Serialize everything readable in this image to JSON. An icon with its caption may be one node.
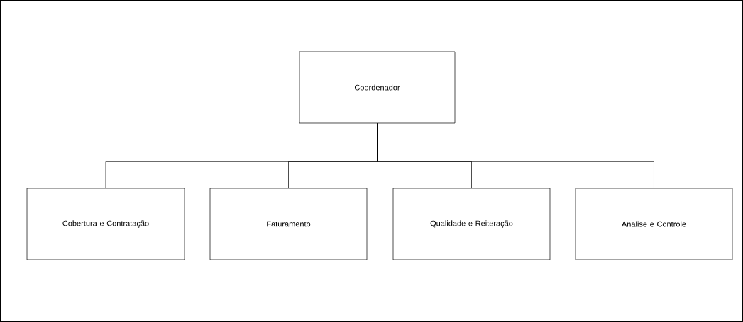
{
  "diagram": {
    "nodes": [
      {
        "text": [
          "Coordenador"
        ]
      },
      {
        "text": [
          "Cobertura e Contratação"
        ]
      },
      {
        "text": [
          "Faturamento"
        ]
      },
      {
        "text": [
          "Qualidade e Reiteração"
        ]
      },
      {
        "text": [
          "Analise e Controle"
        ]
      }
    ],
    "edges": [
      {
        "from": 0,
        "to": 1,
        "arrow": "none"
      },
      {
        "from": 0,
        "to": 2,
        "arrow": "none"
      },
      {
        "from": 0,
        "to": 3,
        "arrow": "none"
      },
      {
        "from": 0,
        "to": 4,
        "arrow": "none"
      }
    ]
  }
}
